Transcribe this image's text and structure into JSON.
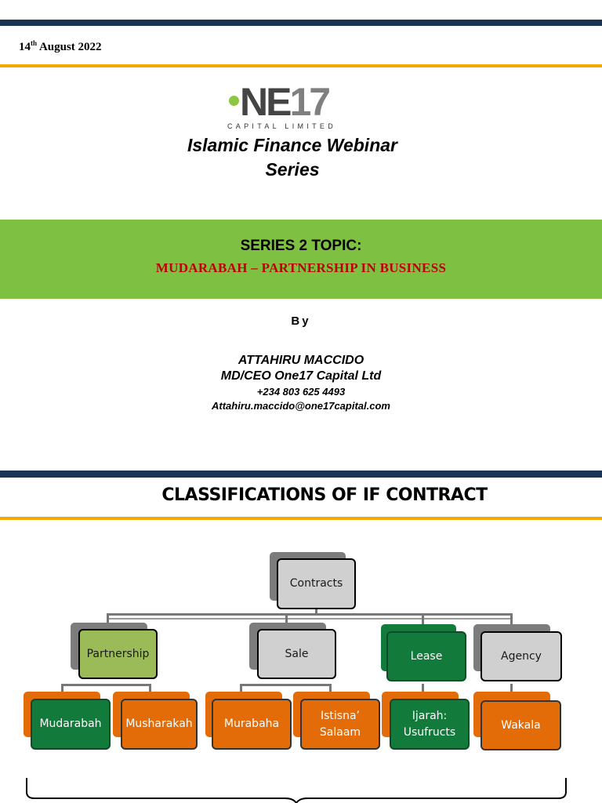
{
  "header": {
    "date_day": "14",
    "date_suffix": "th",
    "date_rest": " August 2022"
  },
  "logo": {
    "main_left": "NE",
    "main_right": "17",
    "subtitle": "CAPITAL LIMITED"
  },
  "webinar": {
    "title_line1": "Islamic Finance Webinar",
    "title_line2": "Series"
  },
  "topic": {
    "label": "SERIES 2 TOPIC:",
    "title": "MUDARABAH – PARTNERSHIP IN BUSINESS"
  },
  "presenter": {
    "by": "By",
    "name": "ATTAHIRU MACCIDO",
    "role": "MD/CEO One17 Capital Ltd",
    "phone": "+234 803 625 4493",
    "email": "Attahiru.maccido@one17capital.com"
  },
  "section": {
    "title": "CLASSIFICATIONS OF IF CONTRACT"
  },
  "chart": {
    "root": "Contracts",
    "categories": [
      "Partnership",
      "Sale",
      "Lease",
      "Agency"
    ],
    "leaves": [
      "Mudarabah",
      "Musharakah",
      "Murabaha",
      "Istisna’ Salaam",
      "Ijarah: Usufructs",
      "Wakala"
    ]
  },
  "colors": {
    "navy": "#1c3358",
    "gold": "#f5a800",
    "green_band": "#7dc042",
    "topic_red": "#c00000",
    "node_grey": "#d0d0d0",
    "node_light_green": "#9bbb59",
    "node_green": "#127a3a",
    "node_orange": "#e36c09"
  }
}
